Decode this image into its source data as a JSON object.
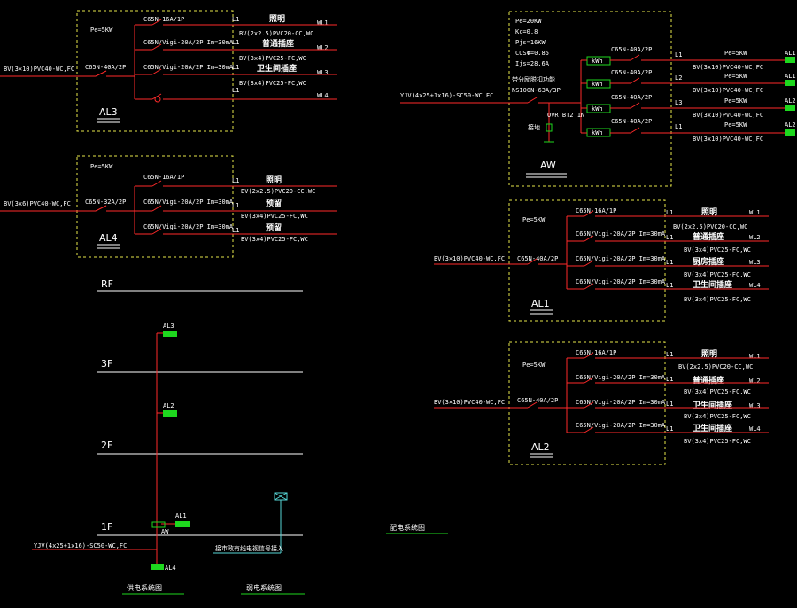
{
  "colors": {
    "background": "#000000",
    "wire": "#ff2a2a",
    "box": "#e6e64a",
    "meter": "#1ed71e",
    "text": "#ffffff",
    "cable": "#56d6d6"
  },
  "al3": {
    "id": "AL3",
    "pe": "Pe=5KW",
    "incoming": "BV(3×10)PVC40-WC,FC",
    "main_breaker": "C65N-40A/2P",
    "circuits": [
      {
        "phase": "L1",
        "breaker": "C65N-16A/1P",
        "name": "照明",
        "cable": "BV(2x2.5)PVC20-CC,WC",
        "id": "WL1"
      },
      {
        "phase": "L1",
        "breaker": "C65N/Vigi-20A/2P Im=30mA",
        "name": "普通插座",
        "cable": "BV(3x4)PVC25-FC,WC",
        "id": "WL2"
      },
      {
        "phase": "L1",
        "breaker": "C65N/Vigi-20A/2P Im=30mA",
        "name": "卫生间插座",
        "cable": "BV(3x4)PVC25-FC,WC",
        "id": "WL3"
      },
      {
        "phase": "L1",
        "breaker": "",
        "name": "",
        "cable": "",
        "id": "WL4"
      }
    ]
  },
  "al4": {
    "id": "AL4",
    "pe": "Pe=5KW",
    "incoming": "BV(3x6)PVC40-WC,FC",
    "main_breaker": "C65N-32A/2P",
    "circuits": [
      {
        "phase": "L1",
        "breaker": "C65N-16A/1P",
        "name": "照明",
        "cable": "BV(2x2.5)PVC20-CC,WC"
      },
      {
        "phase": "L1",
        "breaker": "C65N/Vigi-20A/2P Im=30mA",
        "name": "预留",
        "cable": "BV(3x4)PVC25-FC,WC"
      },
      {
        "phase": "L1",
        "breaker": "C65N/Vigi-20A/2P Im=30mA",
        "name": "预留",
        "cable": "BV(3x4)PVC25-FC,WC"
      }
    ]
  },
  "aw": {
    "id": "AW",
    "params": [
      "Pe=20KW",
      "Kc=0.8",
      "Pjs=16KW",
      "COSΦ=0.85",
      "Ijs=28.6A"
    ],
    "incoming": "YJV(4x25+1x16)-SC50-WC,FC",
    "switch_label": "带分励脱扣功能",
    "switch_model": "NS100N-63A/3P",
    "spd_label": "OVR BT2 1N",
    "spd_note": "接地",
    "meter_label": "kWh",
    "circuits": [
      {
        "phase": "L1",
        "breaker": "C65N-40A/2P",
        "pe": "Pe=5KW",
        "cable": "BV(3x10)PVC40-WC,FC",
        "to": "AL1"
      },
      {
        "phase": "L2",
        "breaker": "C65N-40A/2P",
        "pe": "Pe=5KW",
        "cable": "BV(3x10)PVC40-WC,FC",
        "to": "AL1"
      },
      {
        "phase": "L3",
        "breaker": "C65N-40A/2P",
        "pe": "Pe=5KW",
        "cable": "BV(3x10)PVC40-WC,FC",
        "to": "AL2"
      },
      {
        "phase": "L1",
        "breaker": "C65N-40A/2P",
        "pe": "Pe=5KW",
        "cable": "BV(3x10)PVC40-WC,FC",
        "to": "AL2"
      }
    ]
  },
  "al1": {
    "id": "AL1",
    "pe": "Pe=5KW",
    "incoming": "BV(3×10)PVC40-WC,FC",
    "main_breaker": "C65N-40A/2P",
    "circuits": [
      {
        "phase": "L1",
        "breaker": "C65N-16A/1P",
        "name": "照明",
        "cable": "BV(2x2.5)PVC20-CC,WC",
        "id": "WL1"
      },
      {
        "phase": "L1",
        "breaker": "C65N/Vigi-20A/2P Im=30mA",
        "name": "普通插座",
        "cable": "BV(3x4)PVC25-FC,WC",
        "id": "WL2"
      },
      {
        "phase": "L1",
        "breaker": "C65N/Vigi-20A/2P Im=30mA",
        "name": "厨房插座",
        "cable": "BV(3x4)PVC25-FC,WC",
        "id": "WL3"
      },
      {
        "phase": "L1",
        "breaker": "C65N/Vigi-20A/2P Im=30mA",
        "name": "卫生间插座",
        "cable": "BV(3x4)PVC25-FC,WC",
        "id": "WL4"
      }
    ]
  },
  "al2": {
    "id": "AL2",
    "pe": "Pe=5KW",
    "incoming": "BV(3×10)PVC40-WC,FC",
    "main_breaker": "C65N-40A/2P",
    "circuits": [
      {
        "phase": "L1",
        "breaker": "C65N-16A/1P",
        "name": "照明",
        "cable": "BV(2x2.5)PVC20-CC,WC",
        "id": "WL1"
      },
      {
        "phase": "L1",
        "breaker": "C65N/Vigi-20A/2P Im=30mA",
        "name": "普通插座",
        "cable": "BV(3x4)PVC25-FC,WC",
        "id": "WL2"
      },
      {
        "phase": "L1",
        "breaker": "C65N/Vigi-20A/2P Im=30mA",
        "name": "卫生间插座",
        "cable": "BV(3x4)PVC25-FC,WC",
        "id": "WL3"
      },
      {
        "phase": "L1",
        "breaker": "C65N/Vigi-20A/2P Im=30mA",
        "name": "卫生间插座",
        "cable": "BV(3x4)PVC25-FC,WC",
        "id": "WL4"
      }
    ]
  },
  "riser": {
    "floors": [
      "RF",
      "3F",
      "2F",
      "1F"
    ],
    "boxes": [
      "AL3",
      "AL2",
      "AL1",
      "AW",
      "AL4"
    ],
    "incoming": "YJV(4x25+1x16)-SC50-WC,FC",
    "cable_tv_note": "接市政有线电视信号接入",
    "title": "供电系统图"
  },
  "weak_current_title": "弱电系统图",
  "distribution_title": "配电系统图"
}
